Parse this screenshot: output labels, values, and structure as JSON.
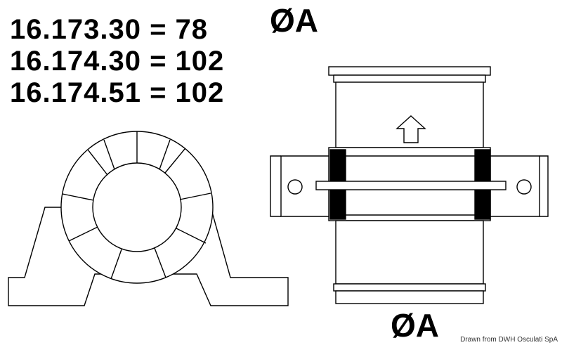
{
  "codes": [
    {
      "text": "16.173.30 = 78"
    },
    {
      "text": "16.174.30 = 102"
    },
    {
      "text": "16.174.51 = 102"
    }
  ],
  "diameter_label_top": "ØA",
  "diameter_label_bottom": "ØA",
  "credit": "Drawn from DWH Osculati SpA",
  "colors": {
    "line": "#000000",
    "background": "#ffffff"
  }
}
